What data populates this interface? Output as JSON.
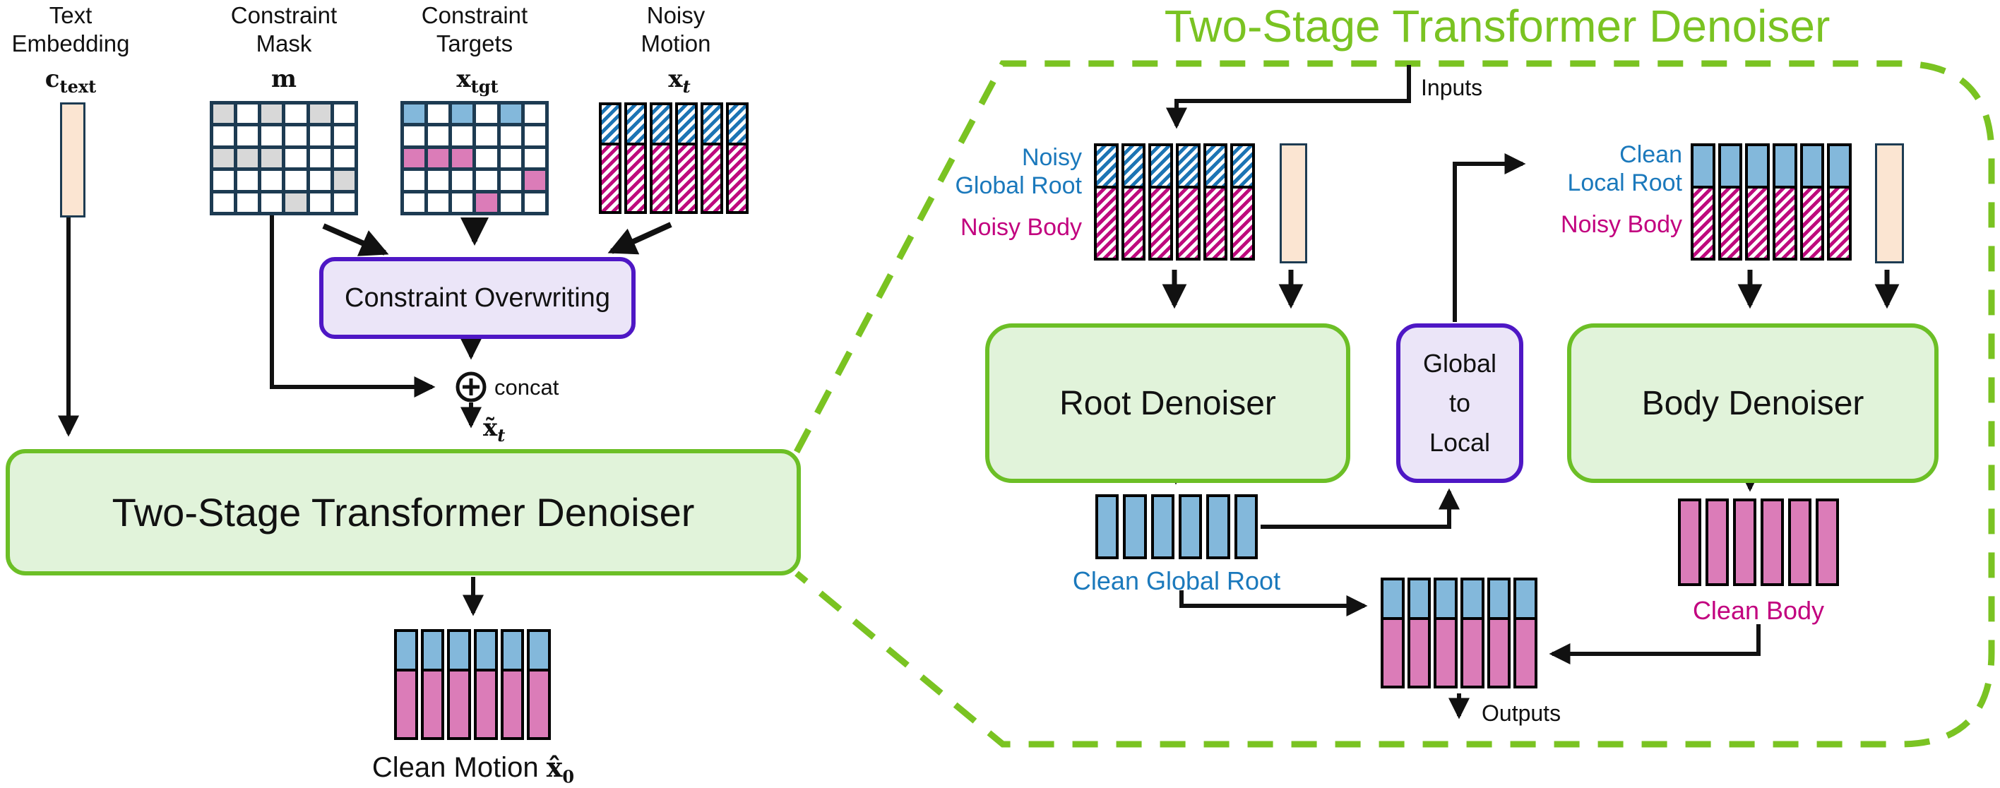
{
  "left_panel": {
    "columns": [
      {
        "line1": "Text",
        "line2": "Embedding",
        "math_base": "c",
        "math_sub": "text"
      },
      {
        "line1": "Constraint",
        "line2": "Mask",
        "math_base": "m",
        "math_sub": ""
      },
      {
        "line1": "Constraint",
        "line2": "Targets",
        "math_base": "x",
        "math_sub": "tgt"
      },
      {
        "line1": "Noisy",
        "line2": "Motion",
        "math_base": "x",
        "math_sub": "t"
      }
    ],
    "constraint_overwriting_label": "Constraint Overwriting",
    "concat_label": "concat",
    "x_tilde": {
      "base": "x̃",
      "sub": "t"
    },
    "denoiser_title": "Two-Stage Transformer Denoiser",
    "clean_motion_label": "Clean Motion",
    "x_hat": {
      "base": "x̂",
      "sub": "0"
    }
  },
  "right_panel": {
    "title": "Two-Stage Transformer Denoiser",
    "inputs_label": "Inputs",
    "outputs_label": "Outputs",
    "noisy_label": "Noisy",
    "global_root_label": "Global Root",
    "noisy_body_label": "Noisy Body",
    "clean_label": "Clean",
    "local_root_label": "Local Root",
    "root_denoiser_label": "Root Denoiser",
    "body_denoiser_label": "Body Denoiser",
    "global_to_local": [
      "Global",
      "to",
      "Local"
    ],
    "clean_global_root_label": "Clean Global Root",
    "clean_body_label": "Clean Body"
  },
  "colors": {
    "green_stroke": "#6cbf26",
    "green_fill": "#e1f3da",
    "green_dash": "#7ac322",
    "title_green": "#7ac322",
    "purple_stroke": "#4e17c5",
    "purple_fill": "#ebe5f8",
    "peach_fill": "#fbe5d2",
    "grid_line": "#1d3b52",
    "gray": "#d8d8d8",
    "cell_blue": "#83b8db",
    "cell_pink": "#db7cb8",
    "hatch_blue": "#1c74b4",
    "hatch_pink": "#be0a7d",
    "label_blue": "#1b79bc",
    "label_pink": "#c2007f",
    "arrow": "#111111"
  },
  "grids": {
    "constraint_mask": {
      "kind": "matrix",
      "rows": [
        [
          "g",
          "w",
          "g",
          "w",
          "g",
          "w"
        ],
        [
          "w",
          "w",
          "w",
          "w",
          "w",
          "w"
        ],
        [
          "g",
          "g",
          "g",
          "w",
          "w",
          "w"
        ],
        [
          "w",
          "w",
          "w",
          "w",
          "w",
          "g"
        ],
        [
          "w",
          "w",
          "w",
          "g",
          "w",
          "w"
        ]
      ]
    },
    "constraint_targets": {
      "kind": "matrix",
      "rows": [
        [
          "b",
          "w",
          "b",
          "w",
          "b",
          "w"
        ],
        [
          "w",
          "w",
          "w",
          "w",
          "w",
          "w"
        ],
        [
          "p",
          "p",
          "p",
          "w",
          "w",
          "w"
        ],
        [
          "w",
          "w",
          "w",
          "w",
          "w",
          "p"
        ],
        [
          "w",
          "w",
          "w",
          "p",
          "w",
          "w"
        ]
      ]
    },
    "noisy_motion": {
      "kind": "columns",
      "count": 6,
      "top": "hatch_blue",
      "bottom": "hatch_pink",
      "top_frac": 0.38
    },
    "clean_motion": {
      "kind": "columns",
      "count": 6,
      "top": "blue",
      "bottom": "pink",
      "top_frac": 0.375
    },
    "noisy_input_grid": {
      "kind": "columns",
      "count": 6,
      "top": "hatch_blue",
      "bottom": "hatch_pink",
      "top_frac": 0.38
    },
    "clean_local_root_grid": {
      "kind": "columns",
      "count": 6,
      "top": "blue",
      "bottom": "hatch_pink",
      "top_frac": 0.38
    },
    "clean_global_root_row": {
      "kind": "row",
      "count": 6,
      "fill": "blue"
    },
    "clean_body_row": {
      "kind": "row",
      "count": 6,
      "fill": "pink"
    },
    "output_grid": {
      "kind": "columns",
      "count": 6,
      "top": "blue",
      "bottom": "pink",
      "top_frac": 0.375
    }
  }
}
